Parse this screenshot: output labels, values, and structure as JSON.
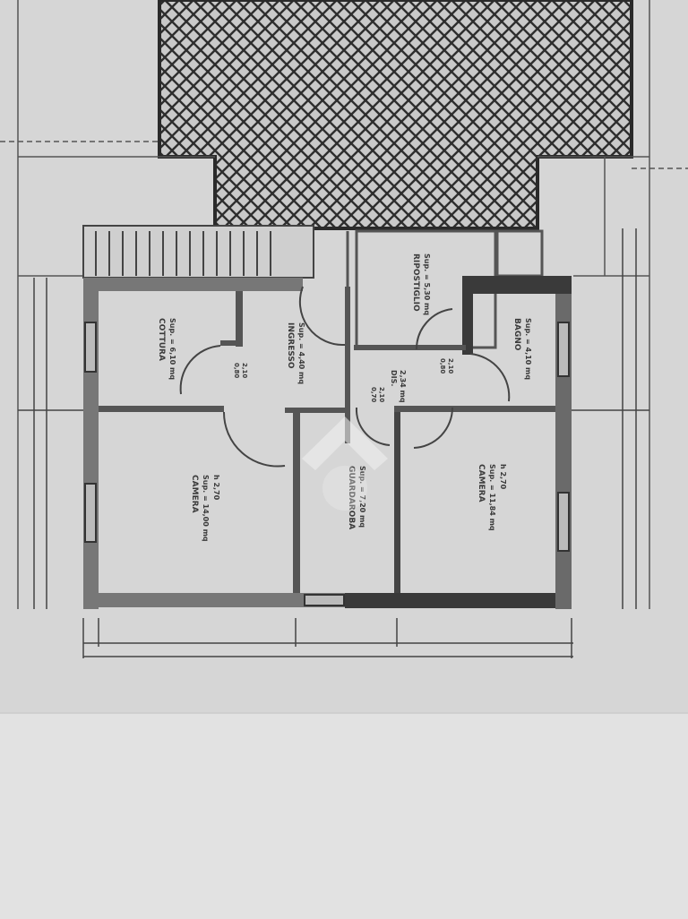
{
  "rooms": [
    {
      "name": "COTTURA",
      "area": "Sup. = 6,10 mq"
    },
    {
      "name": "INGRESSO",
      "area": "Sup. = 4,40 mq"
    },
    {
      "name": "CAMERA",
      "area": "Sup. = 14,00 mq",
      "height": "h 2,70"
    },
    {
      "name": "GUARDAROBA",
      "area": "Sup. = 7,20 mq"
    },
    {
      "name": "RIPOSTIGLIO",
      "area": "Sup. = 5,30 mq"
    },
    {
      "name": "BAGNO",
      "area": "Sup. = 4,10 mq"
    },
    {
      "name": "DIS.",
      "area": "2,34 mq"
    },
    {
      "name": "CAMERA",
      "area": "Sup. = 11,84 mq",
      "height": "h 2,70"
    }
  ],
  "door_labels": [
    "0,80",
    "2,10",
    "0,70",
    "2,10",
    "0,80",
    "2,10"
  ],
  "colors": {
    "paper": "#d6d6d6",
    "wall": "#6a6a6a",
    "wall_dark": "#3a3a3a",
    "hatch": "#2e2e2e",
    "table": "#e2e2e2"
  }
}
